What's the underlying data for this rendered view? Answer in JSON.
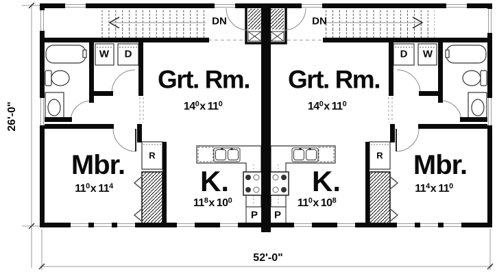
{
  "dimensions": {
    "overall_width": "52'-0\"",
    "overall_height": "26'-0\""
  },
  "stairs": {
    "left": {
      "label": "DN"
    },
    "right": {
      "label": "DN"
    }
  },
  "left_unit": {
    "great_room": {
      "label": "Grt. Rm.",
      "dim": {
        "a": "14",
        "a_sup": "0",
        "sep": "x",
        "b": "11",
        "b_sup": "0"
      }
    },
    "kitchen": {
      "label": "K.",
      "dim": {
        "a": "11",
        "a_sup": "8",
        "sep": "x",
        "b": "10",
        "b_sup": "0"
      }
    },
    "master": {
      "label": "Mbr.",
      "dim": {
        "a": "11",
        "a_sup": "0",
        "sep": "x",
        "b": "11",
        "b_sup": "4"
      }
    },
    "washer": "W",
    "dryer": "D",
    "refrigerator": "R",
    "pantry": "P"
  },
  "right_unit": {
    "great_room": {
      "label": "Grt. Rm.",
      "dim": {
        "a": "14",
        "a_sup": "0",
        "sep": "x",
        "b": "11",
        "b_sup": "0"
      }
    },
    "kitchen": {
      "label": "K.",
      "dim": {
        "a": "11",
        "a_sup": "0",
        "sep": "x",
        "b": "10",
        "b_sup": "8"
      }
    },
    "master": {
      "label": "Mbr.",
      "dim": {
        "a": "11",
        "a_sup": "4",
        "sep": "x",
        "b": "11",
        "b_sup": "0"
      }
    },
    "washer": "W",
    "dryer": "D",
    "refrigerator": "R",
    "pantry": "P"
  },
  "colors": {
    "wall": "#0a0a0a",
    "fixture_line": "#333333",
    "light_line": "#999999"
  }
}
